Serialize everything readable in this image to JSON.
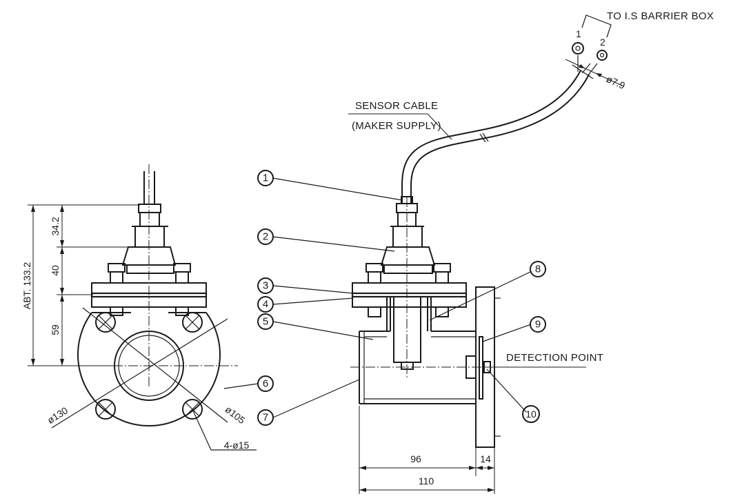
{
  "labels": {
    "to_barrier": "TO I.S BARRIER BOX",
    "wire1": "1",
    "wire2": "2",
    "cable_dia": "ø7.9",
    "sensor_cable": "SENSOR CABLE",
    "maker_supply": "(MAKER SUPPLY)",
    "detection_point": "DETECTION POINT"
  },
  "dimensions": {
    "abt": "ABT. 133.2",
    "d34": "34.2",
    "d40": "40",
    "d59": "59",
    "d130": "ø130",
    "d105": "ø105",
    "holes": "4-ø15",
    "d96": "96",
    "d14": "14",
    "d110": "110"
  },
  "balloons": [
    "1",
    "2",
    "3",
    "4",
    "5",
    "6",
    "7",
    "8",
    "9",
    "10"
  ]
}
